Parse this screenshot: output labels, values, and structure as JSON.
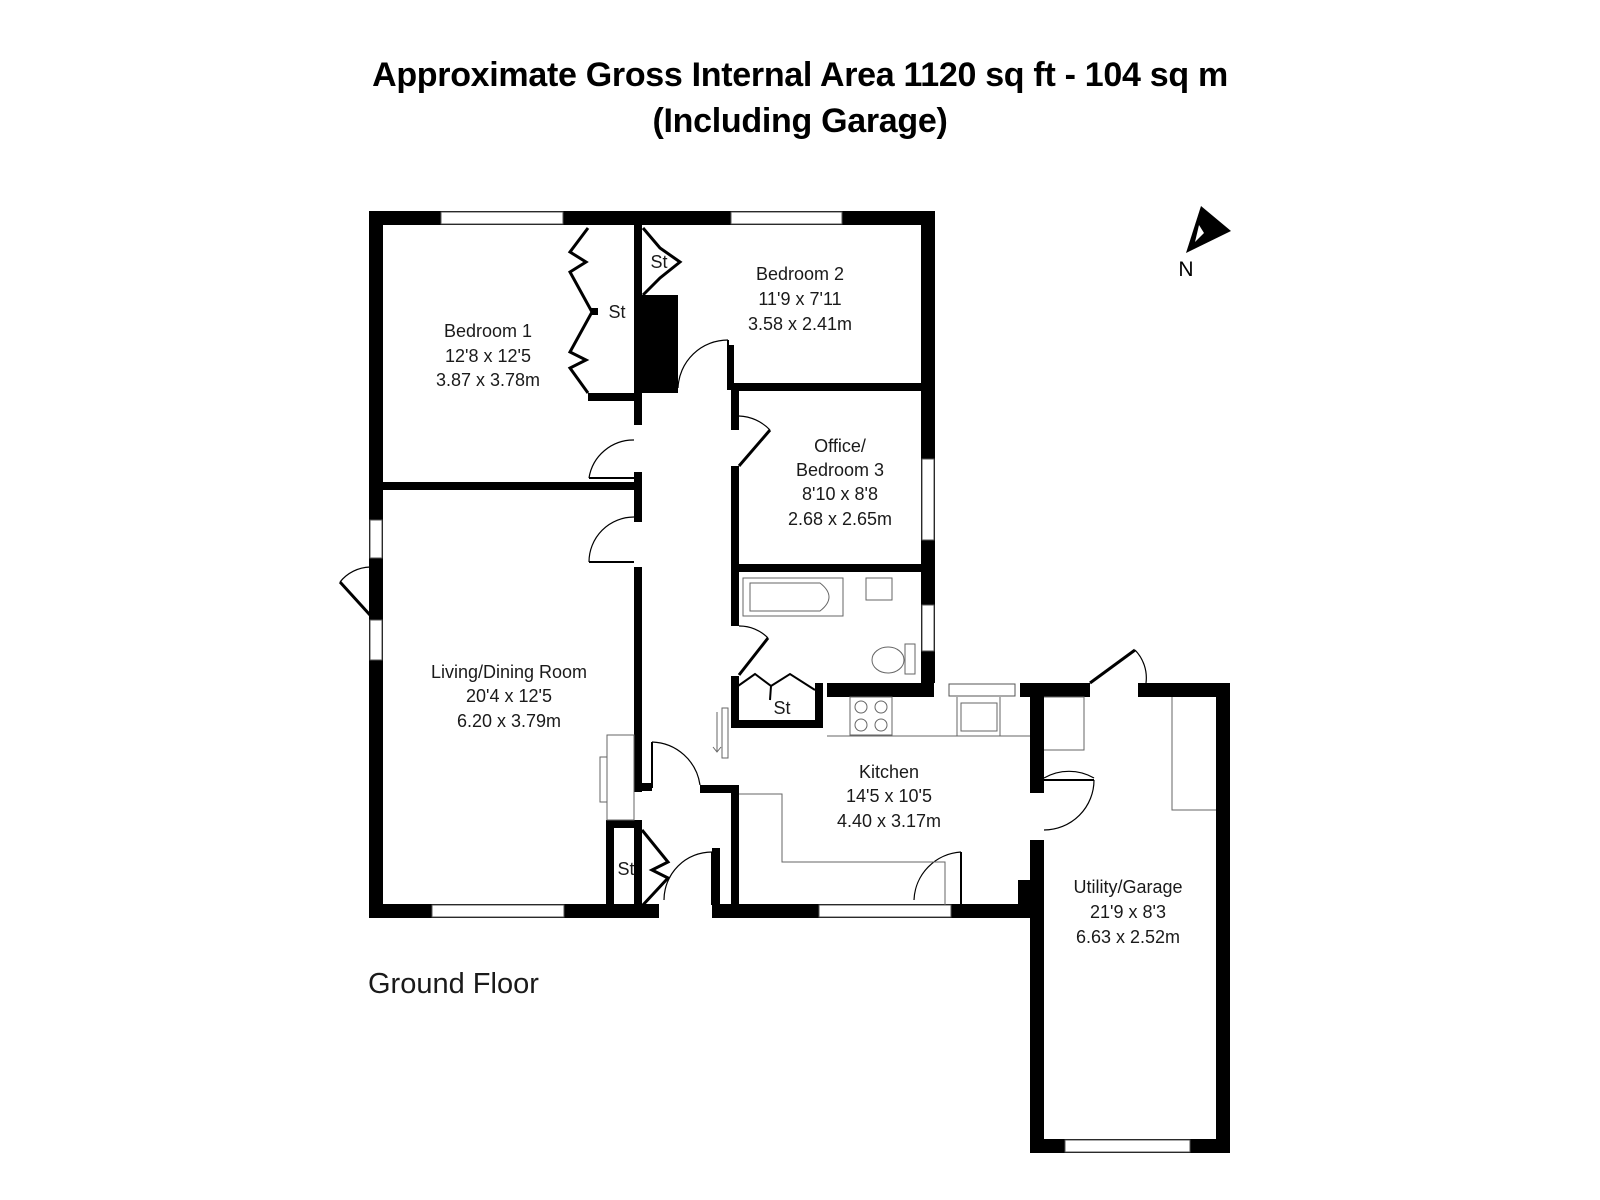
{
  "header": {
    "title_line1": "Approximate Gross Internal Area 1120 sq ft - 104 sq m",
    "title_line2": "(Including Garage)"
  },
  "compass": {
    "label": "N",
    "icon": "north-arrow-icon"
  },
  "floor_label": "Ground Floor",
  "rooms": [
    {
      "name": "Bedroom 1",
      "imperial": "12'8 x 12'5",
      "metric": "3.87 x 3.78m"
    },
    {
      "name": "Bedroom 2",
      "imperial": "11'9 x 7'11",
      "metric": "3.58 x 2.41m"
    },
    {
      "name_line1": "Office/",
      "name_line2": "Bedroom 3",
      "imperial": "8'10 x 8'8",
      "metric": "2.68 x 2.65m"
    },
    {
      "name": "Living/Dining Room",
      "imperial": "20'4 x 12'5",
      "metric": "6.20 x 3.79m"
    },
    {
      "name": "Kitchen",
      "imperial": "14'5 x 10'5",
      "metric": "4.40 x 3.17m"
    },
    {
      "name": "Utility/Garage",
      "imperial": "21'9 x 8'3",
      "metric": "6.63 x 2.52m"
    }
  ],
  "storage_labels": [
    "St",
    "St",
    "St",
    "St"
  ],
  "colors": {
    "wall": "#000000",
    "background": "#ffffff",
    "text": "#1a1a1a"
  }
}
